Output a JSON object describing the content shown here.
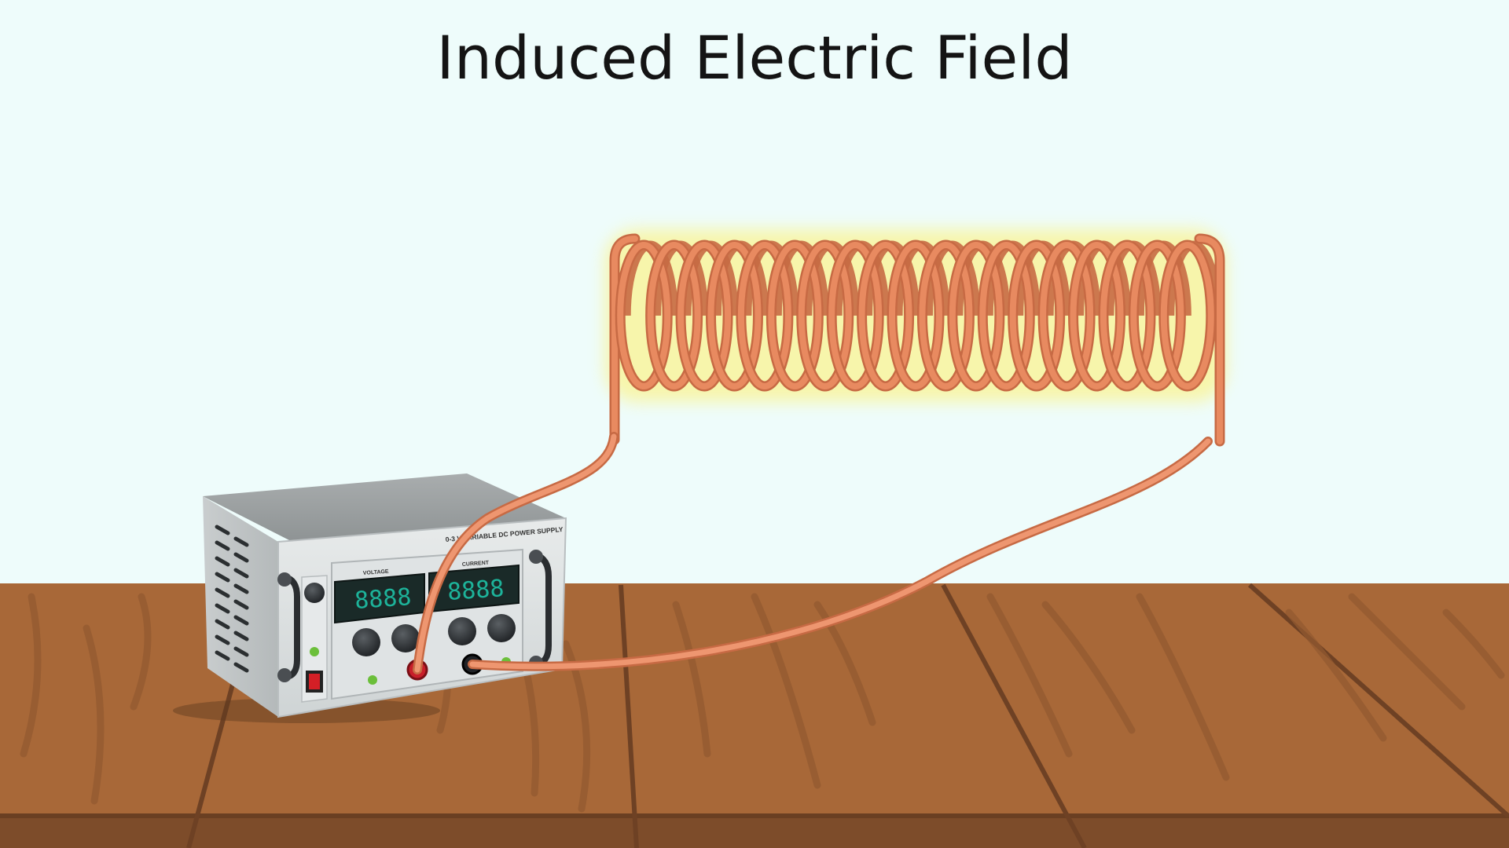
{
  "scene": {
    "title": "Induced Electric Field",
    "power_supply": {
      "label": "0-3 V VARIABLE DC POWER SUPPLY",
      "voltage_label": "VOLTAGE",
      "current_label": "CURRENT",
      "voltage_display": "8888",
      "current_display": "8888"
    },
    "coil": {
      "turns": 19
    },
    "colors": {
      "wall": "#eefcfb",
      "table": "#a86838",
      "table_edge": "#7a4a28",
      "copper": "#e88a60",
      "copper_dark": "#c76a44",
      "glow": "#fff06a",
      "display_bg": "#1a2a28",
      "display_digits": "#1db39a",
      "terminal_red": "#c81e2a",
      "switch_red": "#d41f26",
      "indicator_green": "#6bbf3a"
    }
  }
}
